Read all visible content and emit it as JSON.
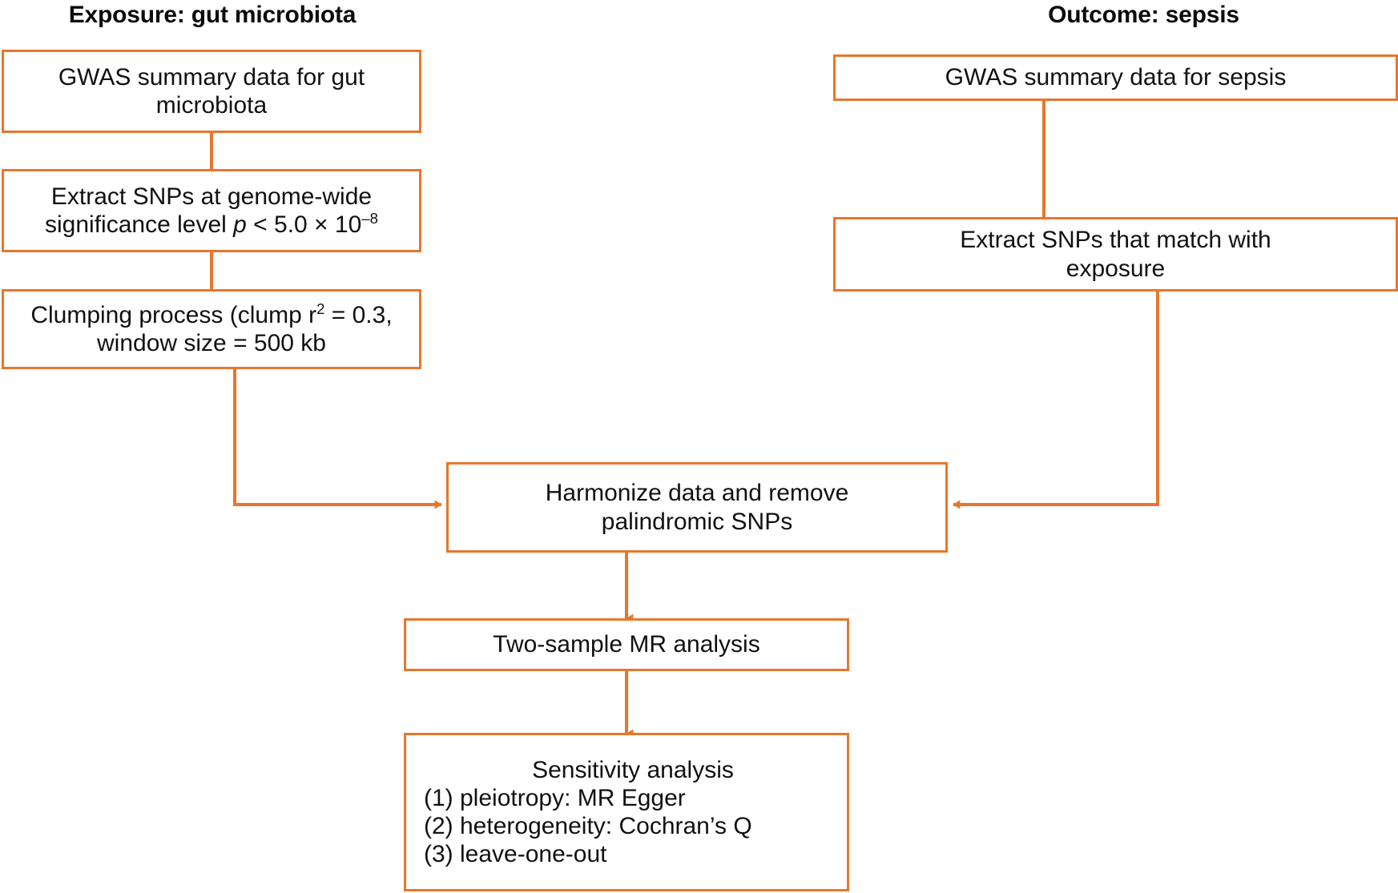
{
  "diagram": {
    "title": "Two-sample Mendelian randomization study design flowchart",
    "accent_color": "#E8762C",
    "text_color": "#111111",
    "background": "#ffffff"
  },
  "headers": {
    "exposure": "Exposure: gut microbiota",
    "outcome": "Outcome: sepsis"
  },
  "nodes": {
    "gwas_exposure": {
      "line1": "GWAS summary data for gut",
      "line2": "microbiota"
    },
    "extract_snps": {
      "line1": "Extract SNPs at genome-wide",
      "line2_pre": "significance level ",
      "line2_p": "p",
      "line2_post": " < 5.0 × 10",
      "line2_sup": "–8"
    },
    "clumping": {
      "line1_pre": "Clumping process (clump r",
      "line1_sup": "2",
      "line1_post": " = 0.3,",
      "line2": "window size = 500 kb"
    },
    "gwas_outcome": {
      "line1": "GWAS summary data for sepsis"
    },
    "extract_match": {
      "line1": "Extract SNPs that match with",
      "line2": "exposure"
    },
    "harmonize": {
      "line1": "Harmonize data and remove",
      "line2": "palindromic SNPs"
    },
    "two_sample_mr": {
      "line1": "Two-sample MR analysis"
    },
    "sensitivity": {
      "line1": "Sensitivity analysis",
      "line2": "(1) pleiotropy: MR Egger",
      "line3": "(2) heterogeneity: Cochran’s Q",
      "line4": "(3) leave-one-out"
    }
  },
  "connectors": [
    {
      "name": "gwas-exposure-to-extract-snps",
      "type": "line"
    },
    {
      "name": "extract-snps-to-clumping",
      "type": "line"
    },
    {
      "name": "clumping-to-harmonize",
      "type": "elbow-arrow-right"
    },
    {
      "name": "gwas-outcome-to-extract-match",
      "type": "line"
    },
    {
      "name": "extract-match-to-harmonize",
      "type": "elbow-arrow-left"
    },
    {
      "name": "harmonize-to-two-sample-mr",
      "type": "arrow-down"
    },
    {
      "name": "two-sample-mr-to-sensitivity",
      "type": "arrow-down"
    }
  ]
}
